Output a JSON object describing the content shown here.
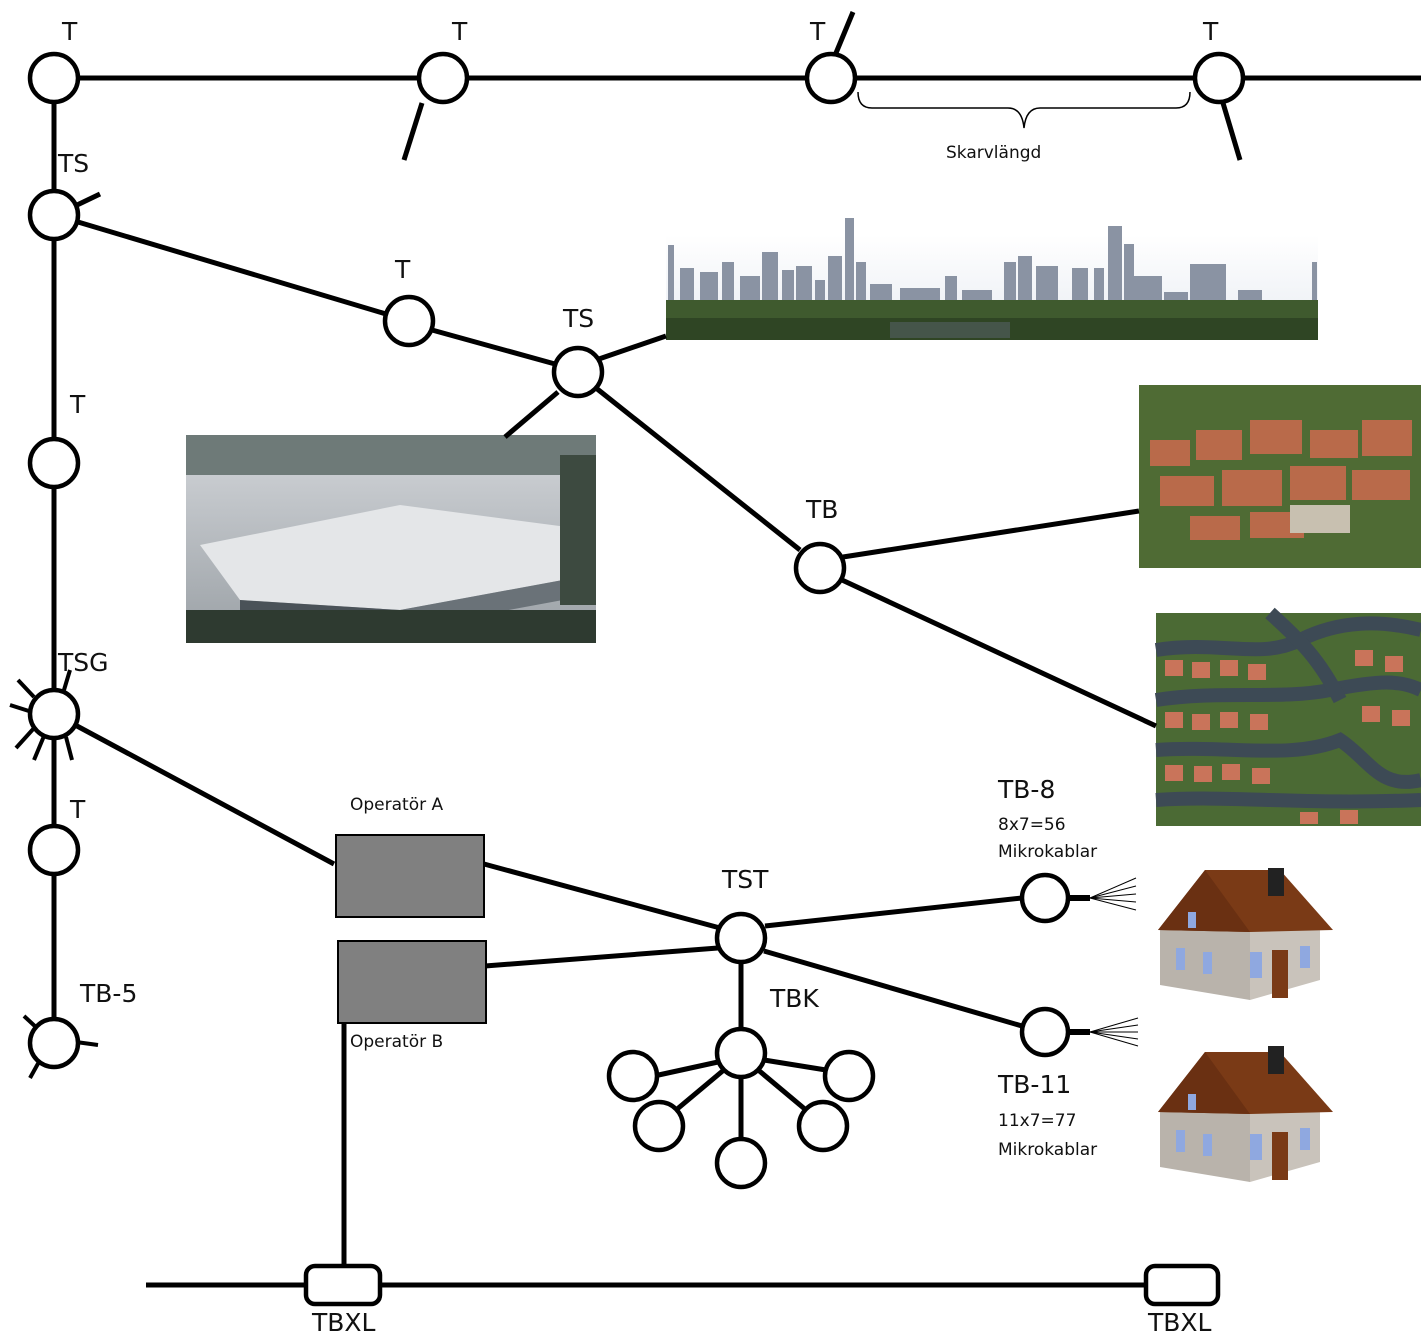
{
  "labels": {
    "t_top_1": "T",
    "t_top_2": "T",
    "t_top_3": "T",
    "t_top_4": "T",
    "skarvlangd": "Skarvlängd",
    "ts_left": "TS",
    "t_branch": "T",
    "ts_mid": "TS",
    "t_left_mid": "T",
    "tb": "TB",
    "tsg": "TSG",
    "t_left_low": "T",
    "tb5": "TB-5",
    "operator_a": "Operatör A",
    "operator_b": "Operatör B",
    "tst": "TST",
    "tbk": "TBK",
    "tb8": "TB-8",
    "tb8_formula": "8x7=56",
    "tb8_unit": "Mikrokablar",
    "tb11": "TB-11",
    "tb11_formula": "11x7=77",
    "tb11_unit": "Mikrokablar",
    "tbxl_left": "TBXL",
    "tbxl_right": "TBXL"
  },
  "colors": {
    "line": "#000000",
    "node_fill": "#ffffff",
    "operator_box": "#808080",
    "roof": "#7a3a16",
    "wall": "#b9b3ab",
    "window": "#8fa8e0"
  }
}
